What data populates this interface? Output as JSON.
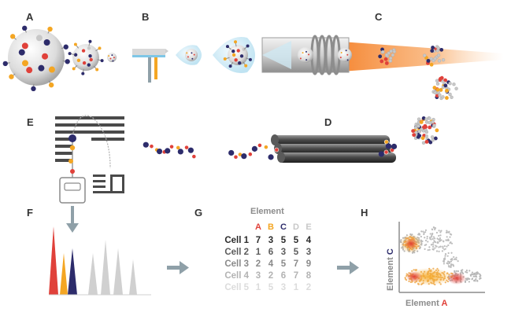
{
  "panels": [
    "A",
    "B",
    "C",
    "D",
    "E",
    "F",
    "G",
    "H"
  ],
  "table": {
    "title": "Element",
    "columns": [
      {
        "label": "A",
        "color": "#e0413a"
      },
      {
        "label": "B",
        "color": "#f4a623"
      },
      {
        "label": "C",
        "color": "#2d2c6b"
      },
      {
        "label": "D",
        "color": "#c8c8c8"
      },
      {
        "label": "E",
        "color": "#c8c8c8"
      }
    ],
    "rows": [
      {
        "label": "Cell 1",
        "values": [
          "7",
          "3",
          "5",
          "5",
          "4"
        ],
        "color": "#2b2b2b"
      },
      {
        "label": "Cell 2",
        "values": [
          "1",
          "6",
          "3",
          "5",
          "3"
        ],
        "color": "#5c5c5c"
      },
      {
        "label": "Cell 3",
        "values": [
          "2",
          "4",
          "5",
          "7",
          "9"
        ],
        "color": "#8a8a8a"
      },
      {
        "label": "Cell 4",
        "values": [
          "3",
          "2",
          "6",
          "7",
          "8"
        ],
        "color": "#b3b3b3"
      },
      {
        "label": "Cell 5",
        "values": [
          "1",
          "5",
          "3",
          "1",
          "2"
        ],
        "color": "#dcdcdc"
      }
    ]
  },
  "scatter": {
    "x_axis": {
      "prefix": "Element ",
      "letter": "A"
    },
    "y_axis": {
      "prefix": "Element ",
      "letter": "C"
    }
  },
  "colors": {
    "red": "#e0413a",
    "orange": "#f4a623",
    "navy": "#2d2c6b",
    "gray": "#c8c8c8",
    "arrow": "#8fa0a8",
    "plasma": "#f47b20"
  }
}
